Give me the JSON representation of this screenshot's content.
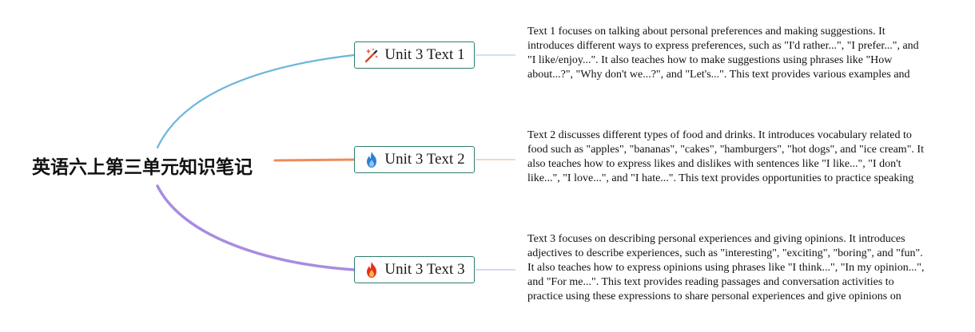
{
  "root": {
    "title": "英语六上第三单元知识笔记"
  },
  "topics": [
    {
      "label": "Unit 3 Text 1",
      "icon": "magic-wand-icon",
      "branch_color": "#6cb6da",
      "note": "Text 1 focuses on talking about personal preferences and making suggestions. It introduces different ways to express preferences, such as \"I'd rather...\", \"I prefer...\", and \"I like/enjoy...\". It also teaches how to make suggestions using phrases like \"How about...?\", \"Why don't we...?\", and \"Let's...\". This text provides various examples and activities to practice using these expressions in conversations."
    },
    {
      "label": "Unit 3 Text 2",
      "icon": "blue-flame-icon",
      "branch_color": "#f08a5d",
      "note": "Text 2 discusses different types of food and drinks. It introduces vocabulary related to food such as \"apples\", \"bananas\", \"cakes\", \"hamburgers\", \"hot dogs\", and \"ice cream\". It also teaches how to express likes and dislikes with sentences like \"I like...\", \"I don't like...\", \"I love...\", and \"I hate...\". This text provides opportunities to practice speaking about food preferences and engaging in discussions about healthy eating habits."
    },
    {
      "label": "Unit 3 Text 3",
      "icon": "red-flame-icon",
      "branch_color": "#a98be0",
      "note": "Text 3 focuses on describing personal experiences and giving opinions. It introduces adjectives to describe experiences, such as \"interesting\", \"exciting\", \"boring\", and \"fun\". It also teaches how to express opinions using phrases like \"I think...\", \"In my opinion...\", and \"For me...\". This text provides reading passages and conversation activities to practice using these expressions to share personal experiences and give opinions on various topics."
    }
  ]
}
